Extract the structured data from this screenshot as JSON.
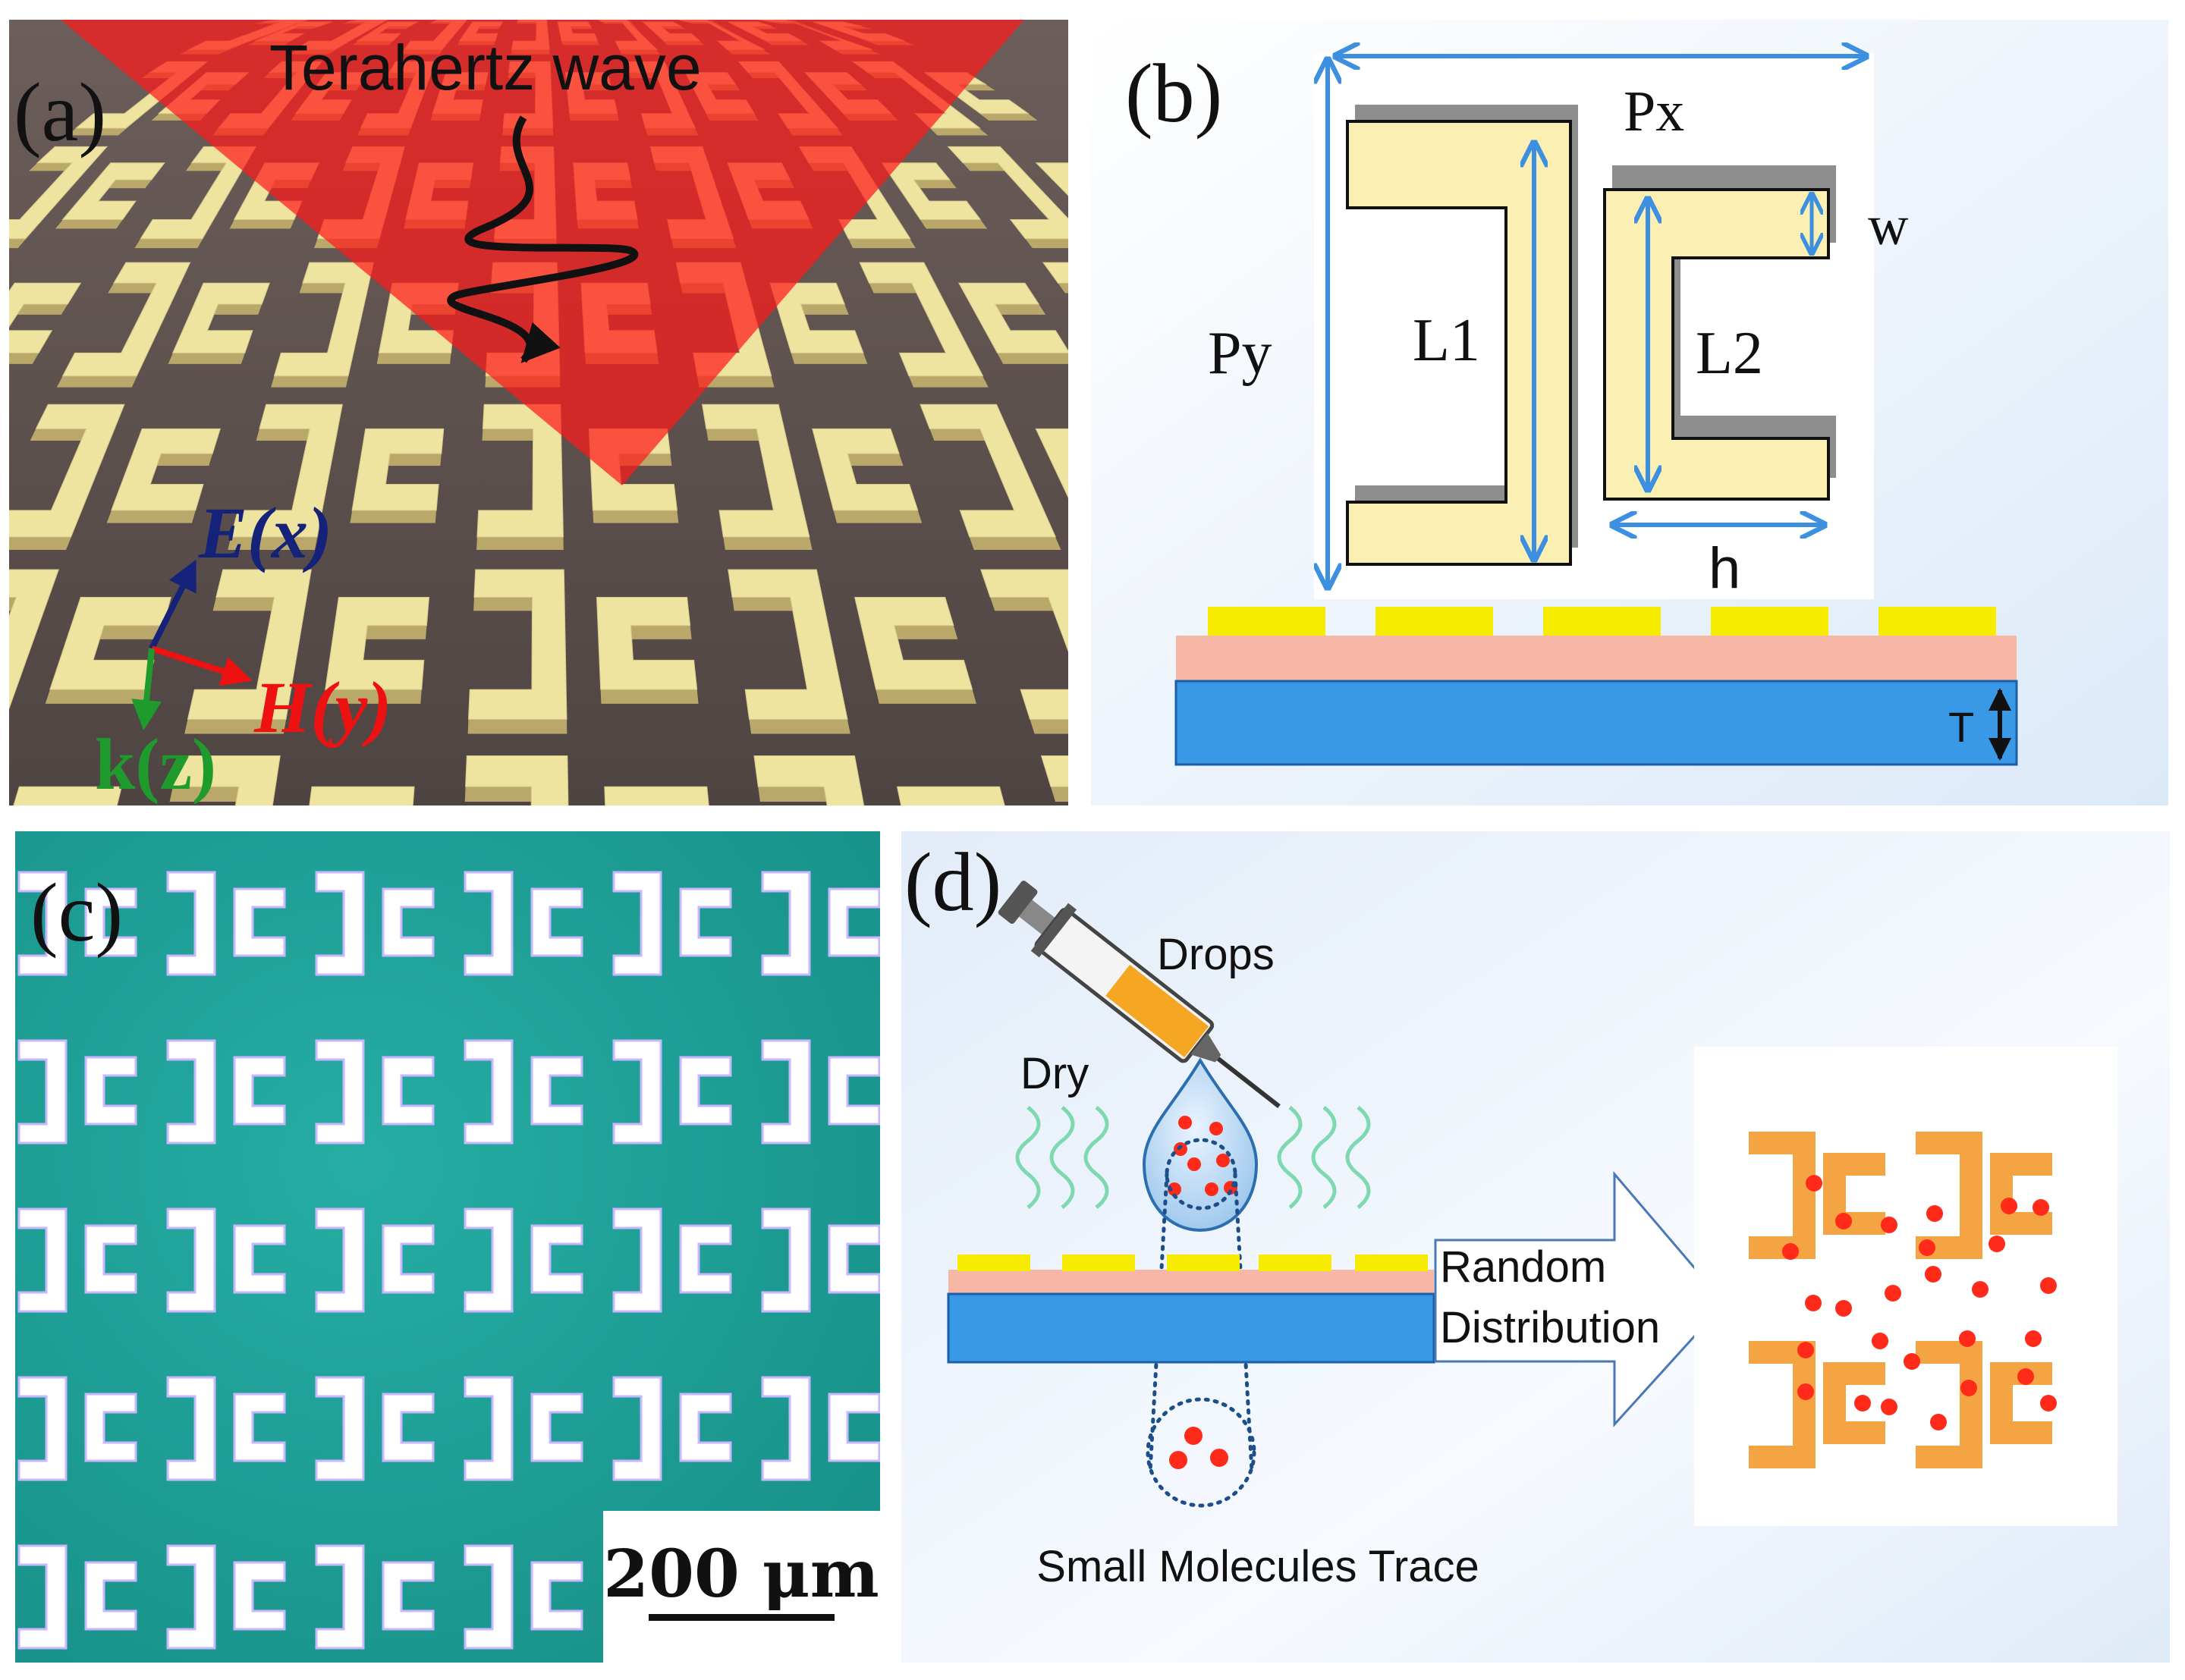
{
  "panel_a": {
    "label": "(a)",
    "wave_label": "Terahertz wave",
    "axis_e": "E(x)",
    "axis_h": "H(y)",
    "axis_k": "k(z)",
    "colors": {
      "wave": "#ff1a1a",
      "metal": "#efe3a0",
      "ground": "#5e5250",
      "e": "#15227a",
      "h": "#ee1111",
      "k": "#1f9a2c"
    }
  },
  "panel_b": {
    "label": "(b)",
    "dims": {
      "px": "Px",
      "py": "Py",
      "l1": "L1",
      "l2": "L2",
      "w": "w",
      "h": "h",
      "t": "T"
    },
    "colors": {
      "arrow": "#3d8fe0",
      "resonator": "#fbefb4",
      "gold": "#f7ec00",
      "film": "#f6b7a6",
      "substrate": "#3a99e6"
    }
  },
  "panel_c": {
    "label": "(c)",
    "scale_bar": "200 μm",
    "colors": {
      "background": "#1fa39a",
      "pattern": "#ffffff"
    }
  },
  "panel_d": {
    "label": "(d)",
    "drops": "Drops",
    "dry": "Dry",
    "arrow_line1": "Random",
    "arrow_line2": "Distribution",
    "trace": "Small Molecules Trace",
    "colors": {
      "molecule": "#ff2a1a",
      "resonator": "#f5a443",
      "wave": "#7ed9b0"
    }
  }
}
